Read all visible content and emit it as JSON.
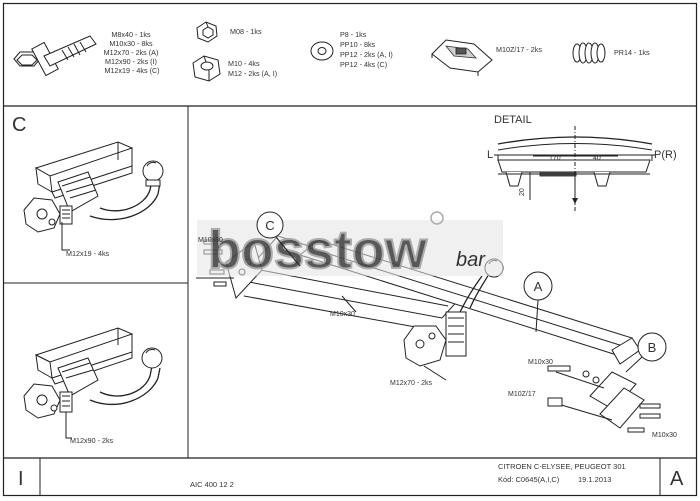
{
  "parts": {
    "bolts": [
      "M8x40 - 1ks",
      "M10x30 - 8ks",
      "M12x70 - 2ks (A)",
      "M12x90 - 2ks (I)",
      "M12x19 - 4ks (C)"
    ],
    "nuts_small": [
      "M08 - 1ks"
    ],
    "nuts_large": [
      "M10 - 4ks",
      "M12 - 2ks (A, I)"
    ],
    "washers": [
      "P8 - 1ks",
      "PP10 - 8ks",
      "PP12 - 2ks (A, I)",
      "PP12 - 4ks (C)"
    ],
    "clip": "M10Z/17 - 2ks",
    "spring": "PR14 - 1ks"
  },
  "variant_c": {
    "letter": "C",
    "callout": "M12x19 - 4ks"
  },
  "variant_i": {
    "callout": "M12x90 - 2ks"
  },
  "detail": {
    "title": "DETAIL",
    "left": "L",
    "right": "P(R)",
    "dim_170": "170",
    "dim_40": "40",
    "dim_20": "20"
  },
  "main": {
    "callout_c": "C",
    "callout_a": "A",
    "callout_b": "B",
    "m10x30_left": "M10x30",
    "m10x30_mid": "M10x30",
    "m12x70": "M12x70 - 2ks",
    "m10x30_right": "M10x30",
    "m10z17": "M10Z/17",
    "m10x30_bottom": "M10x30"
  },
  "watermark": {
    "brand": "bosstow",
    "suffix": "bar"
  },
  "footer": {
    "variant_i": "I",
    "doc_number": "AIC 400 12 2",
    "vehicle": "CITROEN C-ELYSEE, PEUGEOT 301",
    "code": "Kód: C0645(A,I,C)",
    "date": "19.1.2013",
    "variant_a": "A"
  }
}
